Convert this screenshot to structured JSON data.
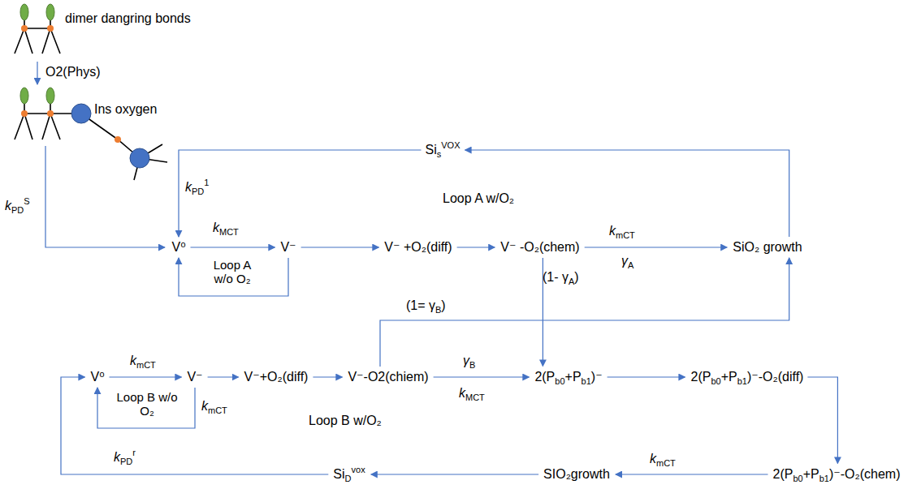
{
  "diagram": {
    "nodes": [
      {
        "text": [
          "V⁰"
        ]
      },
      {
        "text": [
          "V⁻"
        ]
      },
      {
        "text": [
          "V⁻ +O₂(diff)"
        ]
      },
      {
        "text": [
          "V⁻ -O₂(chem)"
        ]
      },
      {
        "text": [
          "SiO₂ growth"
        ]
      },
      {
        "text": [
          "Si",
          "s",
          "VOX"
        ]
      },
      {
        "text": [
          "V⁰"
        ]
      },
      {
        "text": [
          "V⁻"
        ]
      },
      {
        "text": [
          "V⁻+O₂(diff)"
        ]
      },
      {
        "text": [
          "V⁻-O2(chiem)"
        ]
      },
      {
        "text": [
          "2(P",
          "b0",
          "+P",
          "b1",
          ")⁻"
        ]
      },
      {
        "text": [
          "2(P",
          "b0",
          "+P",
          "b1",
          ")⁻-O₂(diff)"
        ]
      },
      {
        "text": [
          "2(P",
          "b0",
          "+P",
          "b1",
          ")⁻-O₂(chem)"
        ]
      },
      {
        "text": [
          "SIO₂growth"
        ]
      },
      {
        "text": [
          "Si",
          "D",
          "vox"
        ]
      }
    ],
    "edges": [
      {
        "from": 5,
        "to": 0,
        "arrow": "to"
      },
      {
        "from": 0,
        "to": 1,
        "arrow": "to"
      },
      {
        "from": 1,
        "to": 0,
        "arrow": "to"
      },
      {
        "from": 1,
        "to": 2,
        "arrow": "to"
      },
      {
        "from": 2,
        "to": 3,
        "arrow": "to"
      },
      {
        "from": 3,
        "to": 4,
        "arrow": "to"
      },
      {
        "from": 4,
        "to": 5,
        "arrow": "to"
      },
      {
        "from": 3,
        "to": 10,
        "arrow": "to"
      },
      {
        "from": 9,
        "to": 4,
        "arrow": "to"
      },
      {
        "from": 9,
        "to": 10,
        "arrow": "to"
      },
      {
        "from": 6,
        "to": 7,
        "arrow": "to"
      },
      {
        "from": 7,
        "to": 6,
        "arrow": "to"
      },
      {
        "from": 7,
        "to": 8,
        "arrow": "to"
      },
      {
        "from": 8,
        "to": 9,
        "arrow": "to"
      },
      {
        "from": 10,
        "to": 11,
        "arrow": "to"
      },
      {
        "from": 11,
        "to": 12,
        "arrow": "to"
      },
      {
        "from": 12,
        "to": 13,
        "arrow": "to"
      },
      {
        "from": 13,
        "to": 14,
        "arrow": "to"
      },
      {
        "from": 14,
        "to": 6,
        "arrow": "to"
      }
    ],
    "labels": [
      "dimer dangring bonds",
      "O2(Phys)",
      "Ins oxygen",
      "k",
      "PD",
      "1",
      "k",
      "PD",
      "S",
      "k",
      "MCT",
      "Loop A w/o O₂",
      "Loop A w/O₂",
      "k",
      "mCT",
      "γ",
      "A",
      "(1- γ",
      "A",
      ")",
      "(1= γ",
      "B",
      ")",
      "γ",
      "B",
      "k",
      "MCT",
      "k",
      "mCT",
      "Loop B w/o O₂",
      "k",
      "mCT",
      "Loop B w/O₂",
      "k",
      "PD",
      "r",
      "k",
      "mCT"
    ]
  }
}
